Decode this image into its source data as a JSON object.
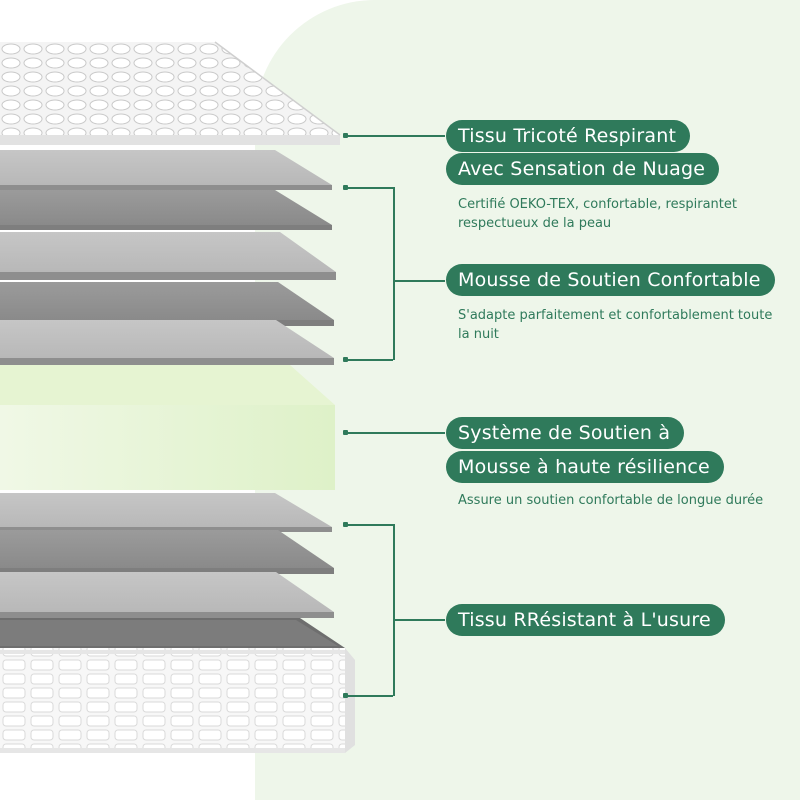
{
  "colors": {
    "accent": "#2f7a5b",
    "panel_background": "#eef6ea",
    "foam_green": "#e9f6d7",
    "gray_layer": "#a9a9a9"
  },
  "features": [
    {
      "titles": [
        "Tissu Tricoté Respirant",
        "Avec Sensation de Nuage"
      ],
      "description": "Certifié OEKO-TEX, confortable, respirantet respectueux de la peau"
    },
    {
      "titles": [
        "Mousse de Soutien Confortable"
      ],
      "description": "S'adapte parfaitement et confortablement toute la nuit"
    },
    {
      "titles": [
        "Système de Soutien à",
        "Mousse à haute résilience"
      ],
      "description": "Assure un soutien confortable de longue durée"
    },
    {
      "titles": [
        "Tissu RRésistant à L'usure"
      ],
      "description": ""
    }
  ]
}
